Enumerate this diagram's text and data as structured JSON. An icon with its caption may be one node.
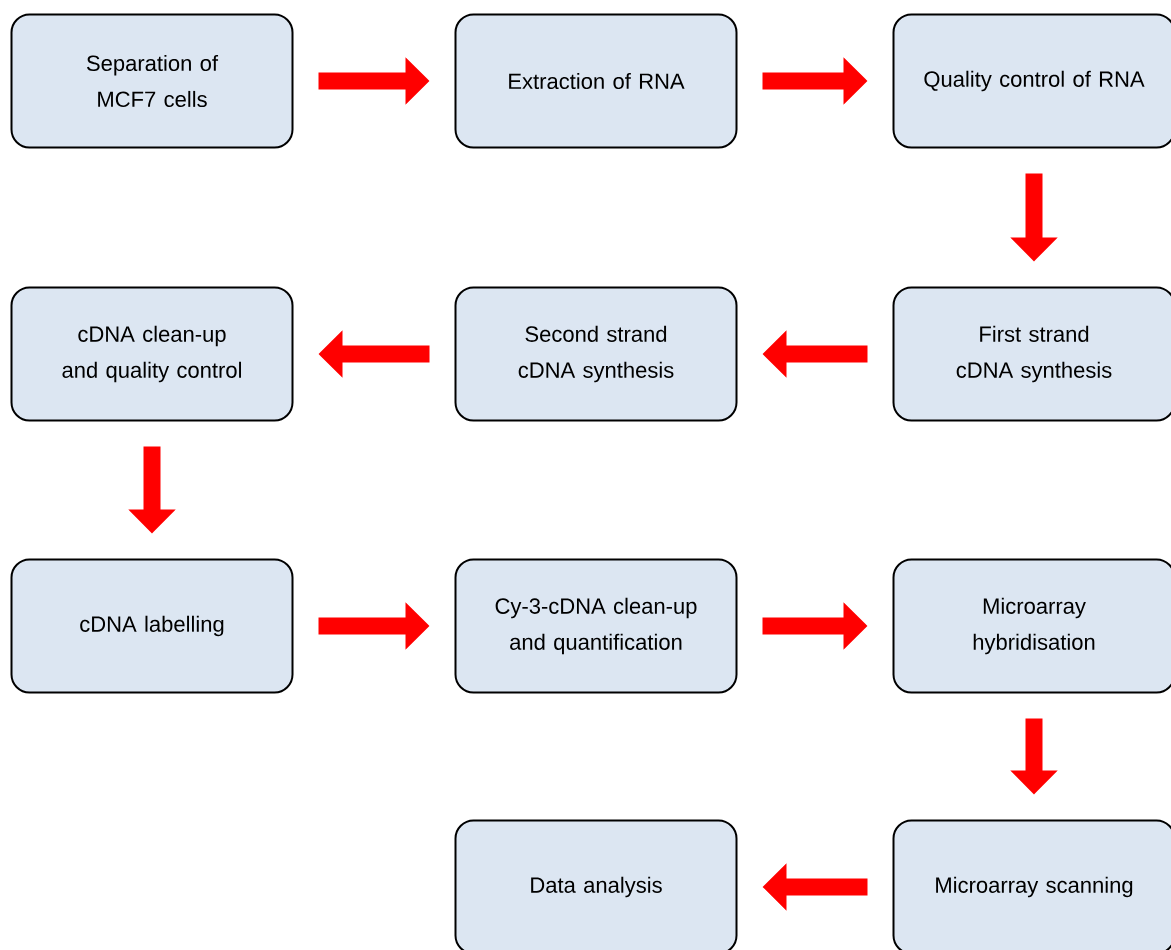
{
  "diagram": {
    "nodes": [
      {
        "text": [
          "Separation of MCF7 cells"
        ]
      },
      {
        "text": [
          "Extraction of RNA"
        ]
      },
      {
        "text": [
          "Quality control of RNA"
        ]
      },
      {
        "text": [
          "First strand cDNA synthesis"
        ]
      },
      {
        "text": [
          "Second strand cDNA synthesis"
        ]
      },
      {
        "text": [
          "cDNA clean-up and quality control"
        ]
      },
      {
        "text": [
          "cDNA labelling"
        ]
      },
      {
        "text": [
          "Cy-3-cDNA clean-up and quantification"
        ]
      },
      {
        "text": [
          "Microarray hybridisation"
        ]
      },
      {
        "text": [
          "Microarray scanning"
        ]
      },
      {
        "text": [
          "Data analysis"
        ]
      }
    ],
    "edges": [
      {
        "from": 0,
        "to": 1,
        "arrow": "to"
      },
      {
        "from": 1,
        "to": 2,
        "arrow": "to"
      },
      {
        "from": 2,
        "to": 3,
        "arrow": "to"
      },
      {
        "from": 3,
        "to": 4,
        "arrow": "to"
      },
      {
        "from": 4,
        "to": 5,
        "arrow": "to"
      },
      {
        "from": 5,
        "to": 6,
        "arrow": "to"
      },
      {
        "from": 6,
        "to": 7,
        "arrow": "to"
      },
      {
        "from": 7,
        "to": 8,
        "arrow": "to"
      },
      {
        "from": 8,
        "to": 9,
        "arrow": "to"
      },
      {
        "from": 9,
        "to": 10,
        "arrow": "to"
      }
    ]
  }
}
